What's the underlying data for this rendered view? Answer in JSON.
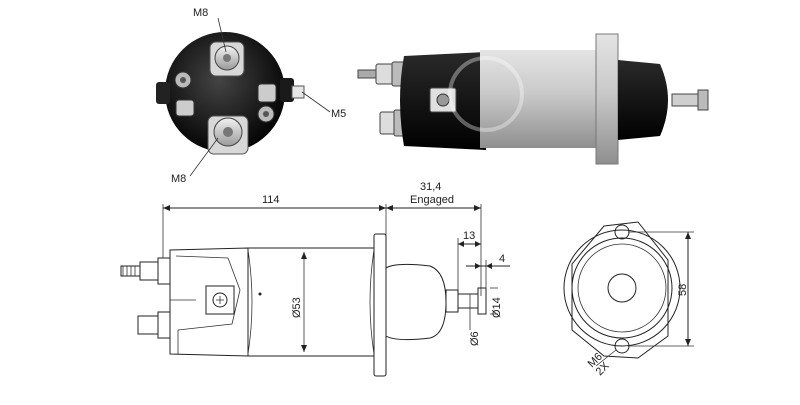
{
  "photo_labels": {
    "m8_top": "M8",
    "m5": "M5",
    "m8_bottom": "M8"
  },
  "drawing_labels": {
    "overall_length": "114",
    "engaged_stroke": "31,4",
    "engaged_word": "Engaged",
    "dim_13": "13",
    "dim_4": "4",
    "dim_d53": "Ø53",
    "dim_d6": "Ø6",
    "dim_d14": "Ø14",
    "dim_flange": "58",
    "dim_mount": "M6",
    "dim_mount_qty": "2X"
  }
}
